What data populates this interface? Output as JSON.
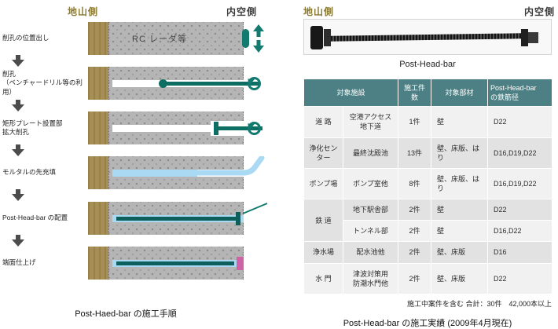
{
  "colors": {
    "header_teal": "#4d8084",
    "tool_teal": "#127a6e",
    "bar_teal": "#0c5f5a",
    "ground_brown": "#a78e55",
    "mortar_blue": "#a9d9f3",
    "finish_pink": "#cf62a8",
    "olive_label": "#8a7a33"
  },
  "left_panel": {
    "ground_side_label": "地山側",
    "inner_side_label": "内空側",
    "caption": "Post-Haed-bar の施工手順",
    "steps": [
      {
        "label": "削孔の位置出し",
        "note": "RC レーダ等"
      },
      {
        "label": "削孔\n（ベンチャードリル等の利用）"
      },
      {
        "label": "矩形プレート設置部\n拡大削孔"
      },
      {
        "label": "モルタルの先充填"
      },
      {
        "label": "Post-Head-bar の配置"
      },
      {
        "label": "端面仕上げ"
      }
    ]
  },
  "right_panel": {
    "ground_side_label": "地山側",
    "inner_side_label": "内空側",
    "photo_caption": "Post-Head-bar",
    "table": {
      "header": {
        "facility": "対象施設",
        "count": "施工件数",
        "member": "対象部材",
        "diameter": "Post-Head-bar\nの鉄筋径"
      },
      "rows": [
        {
          "category": "道 路",
          "facility": "空港アクセス\n地下道",
          "count": "1件",
          "member": "壁",
          "diameter": "D22"
        },
        {
          "category": "浄化センター",
          "facility": "最終沈殿池",
          "count": "13件",
          "member": "壁、床版、はり",
          "diameter": "D16,D19,D22"
        },
        {
          "category": "ポンプ場",
          "facility": "ポンプ室他",
          "count": "8件",
          "member": "壁、床版、はり",
          "diameter": "D16,D19,D22"
        },
        {
          "category": "鉄 道",
          "facility": "地下駅舎部",
          "count": "2件",
          "member": "壁",
          "diameter": "D22"
        },
        {
          "category": "",
          "facility": "トンネル部",
          "count": "2件",
          "member": "壁",
          "diameter": "D16,D22"
        },
        {
          "category": "浄水場",
          "facility": "配水池他",
          "count": "2件",
          "member": "壁、床版",
          "diameter": "D16"
        },
        {
          "category": "水 門",
          "facility": "津波対策用\n防潮水門他",
          "count": "2件",
          "member": "壁、床版",
          "diameter": "D22"
        }
      ],
      "footer_note": "施工中案件を含む 合計：30件　42,000本以上"
    },
    "caption": "Post-Head-bar の施工実績 (2009年4月現在)"
  }
}
